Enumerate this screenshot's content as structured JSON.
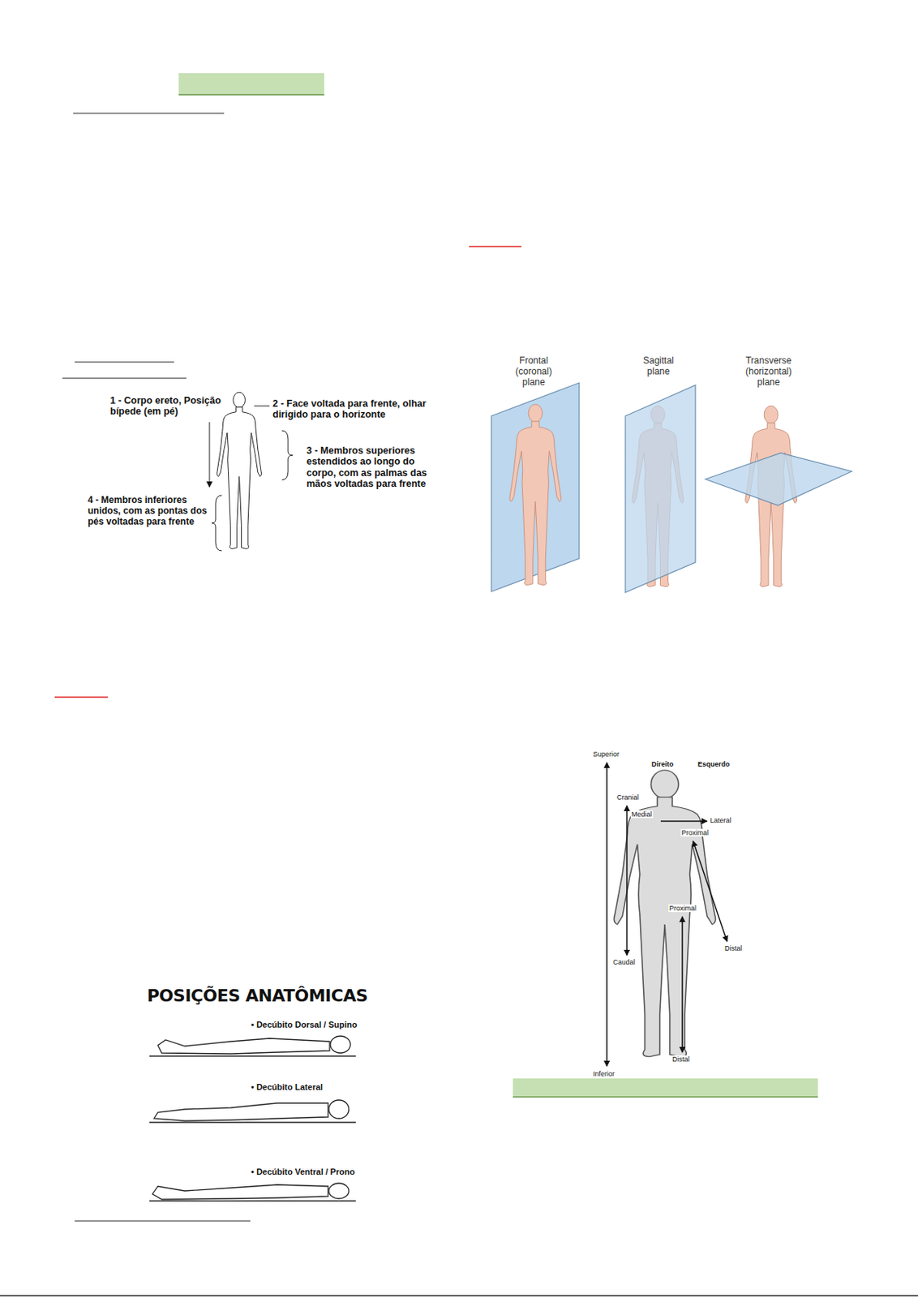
{
  "diagram": {
    "labels": [
      "1 - Corpo ereto, Posição bípede (em pé)",
      "2 - Face voltada para frente, olhar dirigido para o horizonte",
      "3 - Membros superiores estendidos ao longo do corpo, com as palmas das mãos voltadas para frente",
      "4 - Membros inferiores unidos, com as pontas dos pés voltadas para frente",
      "Frontal (coronal) plane",
      "Sagittal plane",
      "Transverse (horizontal) plane",
      "POSIÇÕES ANATÔMICAS",
      "• Decúbito Dorsal / Supino",
      "• Decúbito Lateral",
      "• Decúbito Ventral / Prono",
      "Superior",
      "Direito",
      "Esquerdo",
      "Cranial",
      "Medial",
      "Lateral",
      "Proximal",
      "Proximal",
      "Caudal",
      "Distal",
      "Distal",
      "Inferior"
    ]
  }
}
